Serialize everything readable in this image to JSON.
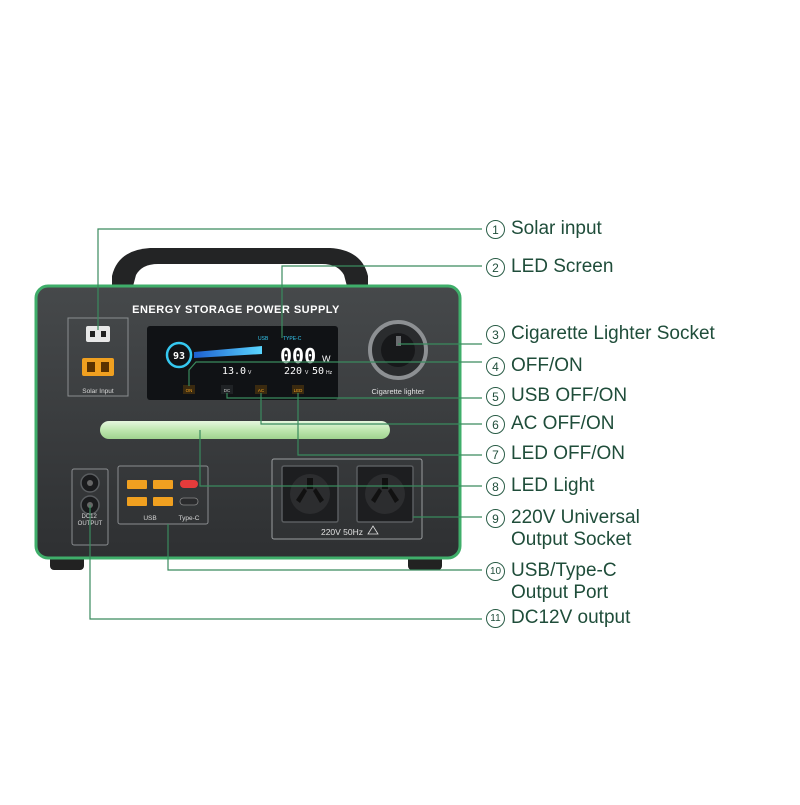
{
  "device": {
    "panel_title": "ENERGY STORAGE POWER SUPPLY",
    "solar_input_label": "Solar Input",
    "cigarette_lighter_label": "Cigarette lighter",
    "socket_rating": "220V 50Hz",
    "usb_label": "USB",
    "typec_label": "Type-C",
    "dc_label": "DC12\nOUTPUT",
    "screen": {
      "battery_percent": "93",
      "output_watts": "000",
      "watt_unit": "W",
      "voltage": "13.0",
      "voltage_unit": "V",
      "ac_voltage": "220",
      "ac_unit": "V",
      "frequency": "50",
      "frequency_unit": "Hz",
      "usb_icon_text": "USB",
      "typec_icon_text": "TYPE-C",
      "button_labels": [
        "ON",
        "DC",
        "AC",
        "LED"
      ]
    }
  },
  "callouts": [
    {
      "number": "1",
      "label": "Solar input"
    },
    {
      "number": "2",
      "label": "LED Screen"
    },
    {
      "number": "3",
      "label": "Cigarette Lighter Socket"
    },
    {
      "number": "4",
      "label": "OFF/ON"
    },
    {
      "number": "5",
      "label": "USB OFF/ON"
    },
    {
      "number": "6",
      "label": "AC OFF/ON"
    },
    {
      "number": "7",
      "label": "LED OFF/ON"
    },
    {
      "number": "8",
      "label": "LED Light"
    },
    {
      "number": "9",
      "label": "220V Universal\nOutput Socket"
    },
    {
      "number": "10",
      "label": "USB/Type-C\nOutput Port"
    },
    {
      "number": "11",
      "label": "DC12V output"
    }
  ],
  "colors": {
    "accent_green": "#3fae6a",
    "body": "#3a3c3e",
    "callout_text": "#1f4d3a",
    "screen_cyan": "#35c8f0"
  }
}
